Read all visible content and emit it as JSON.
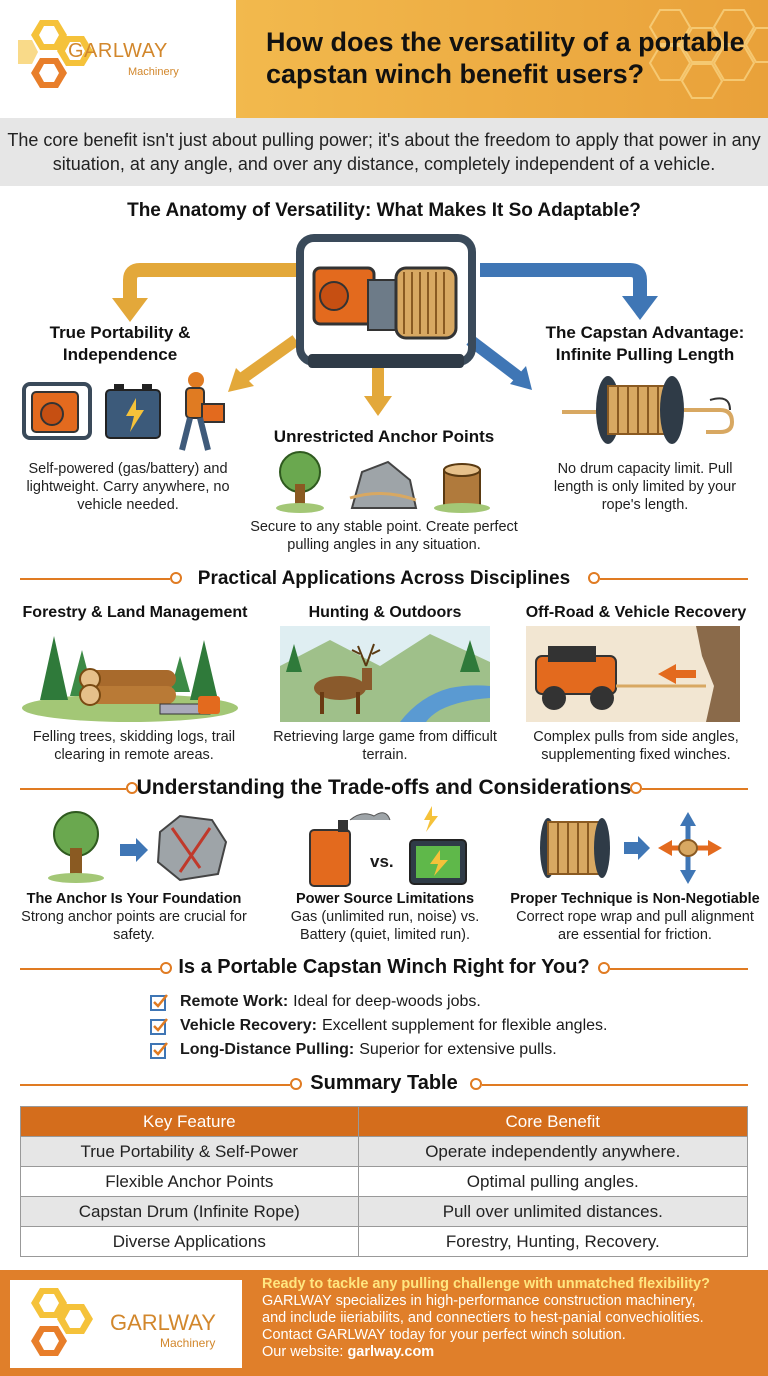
{
  "brand": {
    "name": "GARLWAY",
    "sub": "Machinery"
  },
  "header": {
    "title": "How does the versatility of a portable capstan winch benefit users?"
  },
  "intro": "The core benefit isn't just about pulling power; it's about the freedom to apply that power in any situation, at any angle, and over any distance, completely independent of a vehicle.",
  "anatomy": {
    "title": "The Anatomy of Versatility: What Makes It So Adaptable?",
    "left": {
      "title": "True Portability & Independence",
      "text": "Self-powered (gas/battery) and lightweight. Carry anywhere, no vehicle needed."
    },
    "center": {
      "title": "Unrestricted Anchor Points",
      "text": "Secure to any stable point. Create perfect pulling angles in any situation."
    },
    "right": {
      "title": "The Capstan Advantage: Infinite Pulling Length",
      "text": "No drum capacity limit. Pull length is only limited by your rope's length."
    }
  },
  "applications": {
    "title": "Practical Applications Across Disciplines",
    "items": [
      {
        "title": "Forestry & Land Management",
        "text": "Felling trees, skidding logs, trail clearing in remote areas."
      },
      {
        "title": "Hunting & Outdoors",
        "text": "Retrieving large game from difficult terrain."
      },
      {
        "title": "Off-Road & Vehicle Recovery",
        "text": "Complex pulls from side angles, supplementing fixed winches."
      }
    ]
  },
  "tradeoffs": {
    "title": "Understanding the Trade-offs and Considerations",
    "vs": "vs.",
    "items": [
      {
        "title": "The Anchor Is Your Foundation",
        "text": "Strong anchor points are crucial for safety."
      },
      {
        "title": "Power Source Limitations",
        "text": "Gas (unlimited run, noise) vs. Battery (quiet, limited run)."
      },
      {
        "title": "Proper Technique is Non-Negotiable",
        "text": "Correct rope wrap and pull alignment are essential for friction."
      }
    ]
  },
  "fit": {
    "title": "Is a Portable Capstan Winch Right for You?",
    "items": [
      {
        "label": "Remote Work:",
        "text": "Ideal for deep-woods jobs."
      },
      {
        "label": "Vehicle Recovery:",
        "text": "Excellent supplement for flexible angles."
      },
      {
        "label": "Long-Distance Pulling:",
        "text": "Superior for extensive pulls."
      }
    ]
  },
  "summary": {
    "title": "Summary Table",
    "headers": [
      "Key Feature",
      "Core Benefit"
    ],
    "rows": [
      [
        "True Portability & Self-Power",
        "Operate independently anywhere."
      ],
      [
        "Flexible Anchor Points",
        "Optimal pulling angles."
      ],
      [
        "Capstan Drum (Infinite Rope)",
        "Pull over unlimited distances."
      ],
      [
        "Diverse Applications",
        "Forestry, Hunting, Recovery."
      ]
    ]
  },
  "footer": {
    "headline": "Ready to tackle any pulling challenge with unmatched flexibility?",
    "line1": "GARLWAY specializes in high-performance construction machinery,",
    "line2": "and include iieriabilits, and connectiers to hest-panial convechiolities.",
    "line3": "Contact GARLWAY today for your perfect winch solution.",
    "website_label": "Our website:",
    "website": "garlway.com"
  },
  "colors": {
    "accent": "#e07b22",
    "gold": "#f2b94d",
    "blue": "#3f76b5",
    "header_bg": "#d46d1c"
  }
}
